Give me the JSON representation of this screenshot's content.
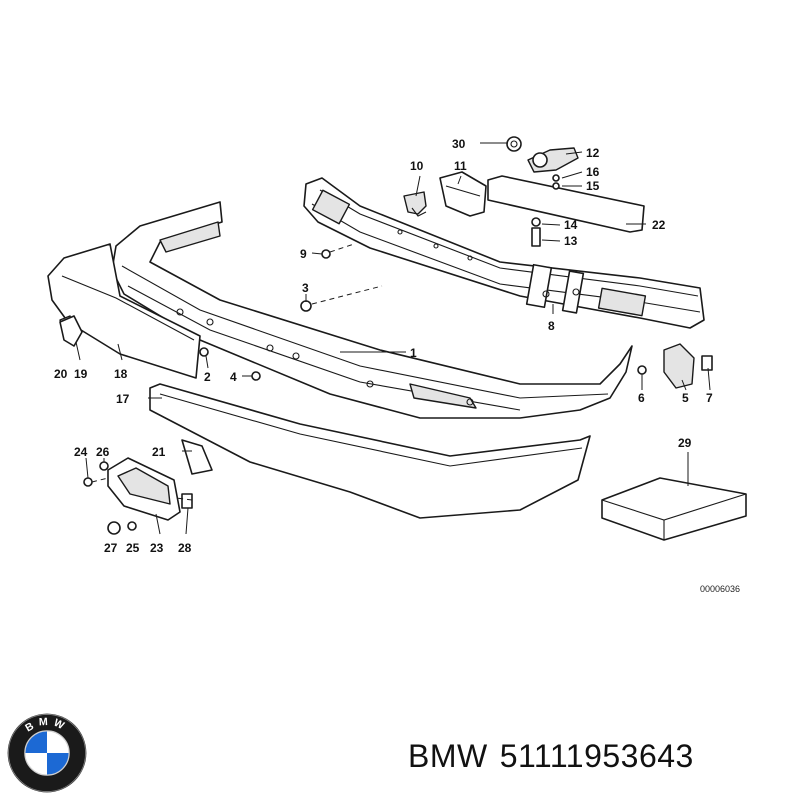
{
  "diagram": {
    "callouts": [
      "1",
      "2",
      "3",
      "4",
      "5",
      "6",
      "7",
      "8",
      "9",
      "10",
      "11",
      "12",
      "13",
      "14",
      "15",
      "16",
      "17",
      "18",
      "19",
      "20",
      "21",
      "22",
      "23",
      "24",
      "25",
      "26",
      "27",
      "28",
      "29",
      "30"
    ],
    "ref_code": "00006036"
  },
  "footer": {
    "brand": "BMW",
    "part_number": "51111953643"
  },
  "logo": {
    "icon": "bmw-roundel-icon",
    "letters": "BMW",
    "colors": {
      "blue": "#1c69d4",
      "ring": "#1a1a1a",
      "white": "#ffffff"
    }
  }
}
